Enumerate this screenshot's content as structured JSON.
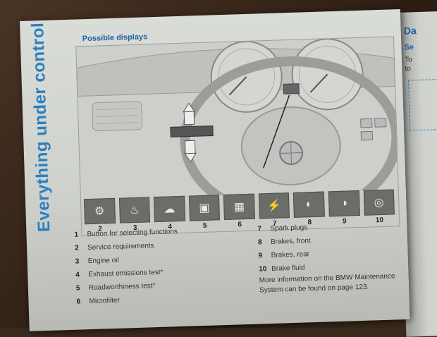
{
  "page": {
    "side_title": "Everything under control",
    "section_heading": "Possible displays"
  },
  "illustration": {
    "callouts": [
      "2",
      "3",
      "4",
      "5",
      "6",
      "7",
      "8",
      "9",
      "10"
    ]
  },
  "legend_left": [
    {
      "num": "1",
      "text": "Button for selecting functions"
    },
    {
      "num": "2",
      "text": "Service requirements"
    },
    {
      "num": "3",
      "text": "Engine oil"
    },
    {
      "num": "4",
      "text": "Exhaust emissions test*"
    },
    {
      "num": "5",
      "text": "Roadworthiness test*"
    },
    {
      "num": "6",
      "text": "Microfilter"
    }
  ],
  "legend_right": [
    {
      "num": "7",
      "text": "Spark plugs"
    },
    {
      "num": "8",
      "text": "Brakes, front"
    },
    {
      "num": "9",
      "text": "Brakes, rear"
    },
    {
      "num": "10",
      "text": "Brake fluid"
    }
  ],
  "note": "More information on the BMW Maintenance System can be found on page 123.",
  "next_page": {
    "heading_fragment": "Da",
    "subheading_fragment": "Se",
    "line1": "To",
    "line2": "to"
  },
  "colors": {
    "accent_blue": "#2a7fc0",
    "heading_blue": "#1f5fa3"
  },
  "icons": [
    "service-icon",
    "oil-can-icon",
    "exhaust-icon",
    "inspection-icon",
    "microfilter-icon",
    "spark-plug-icon",
    "front-brake-icon",
    "rear-brake-icon",
    "brake-fluid-icon"
  ]
}
